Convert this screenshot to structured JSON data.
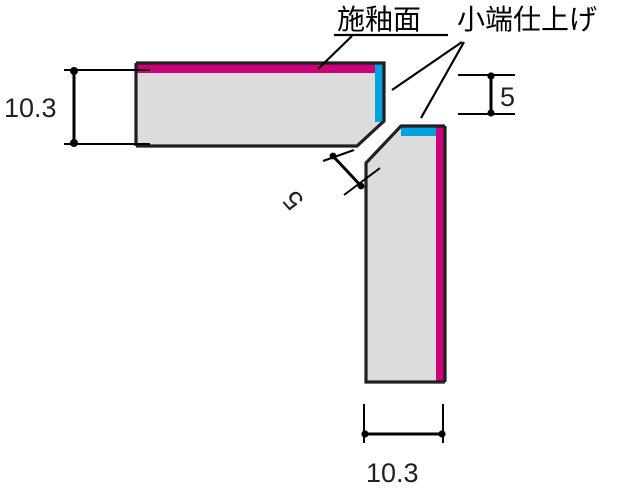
{
  "drawing": {
    "title": "tile-cross-section-corner-detail",
    "background_color": "#ffffff",
    "colors": {
      "glaze_magenta": "#cc007a",
      "edge_cyan": "#00a3dc",
      "body_gray": "#dcdcdc",
      "outline_black": "#231f20"
    }
  },
  "labels": {
    "glazed_surface": "施釉面",
    "edge_finish": "小端仕上げ"
  },
  "dimensions": {
    "left_thickness": "10.3",
    "right_small": "5",
    "diagonal_small": "5",
    "bottom_width": "10.3"
  },
  "parts": [
    {
      "name": "upper-horizontal-tile",
      "glaze_edge": "top",
      "finished_edge": "right",
      "thickness_label": "10.3"
    },
    {
      "name": "lower-vertical-tile",
      "glaze_edge": "right",
      "finished_edge": "top",
      "width_label": "10.3"
    }
  ]
}
